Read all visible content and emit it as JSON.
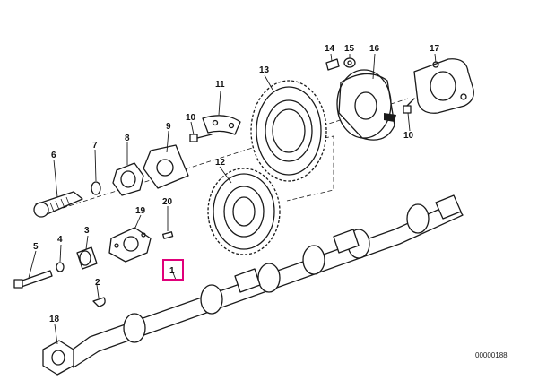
{
  "diagram": {
    "ref_code": "00000188",
    "highlight_color": "#e0007a",
    "highlighted_part": "1",
    "callouts": [
      "1",
      "2",
      "3",
      "4",
      "5",
      "6",
      "7",
      "8",
      "9",
      "10",
      "10",
      "11",
      "12",
      "13",
      "14",
      "15",
      "16",
      "17",
      "18",
      "19",
      "20"
    ]
  }
}
